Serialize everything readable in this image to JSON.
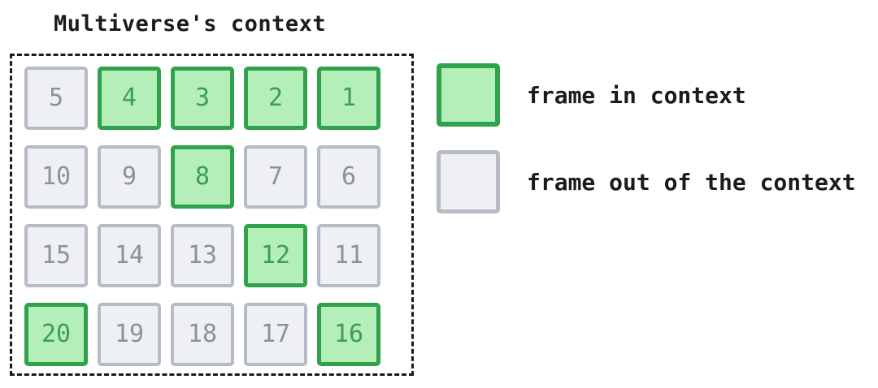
{
  "title": "Multiverse's context",
  "colors": {
    "in_fill": "#b4eeb8",
    "in_border": "#31a24c",
    "in_text": "#3d9e51",
    "out_fill": "#eef0f3",
    "out_border": "#b6bcc4",
    "out_text": "#8b929d",
    "boundary": "#1b1b1b",
    "label_text": "#1b1b1b"
  },
  "grid": {
    "rows": [
      [
        {
          "label": "5",
          "in_context": false
        },
        {
          "label": "4",
          "in_context": true
        },
        {
          "label": "3",
          "in_context": true
        },
        {
          "label": "2",
          "in_context": true
        },
        {
          "label": "1",
          "in_context": true
        }
      ],
      [
        {
          "label": "10",
          "in_context": false
        },
        {
          "label": "9",
          "in_context": false
        },
        {
          "label": "8",
          "in_context": true
        },
        {
          "label": "7",
          "in_context": false
        },
        {
          "label": "6",
          "in_context": false
        }
      ],
      [
        {
          "label": "15",
          "in_context": false
        },
        {
          "label": "14",
          "in_context": false
        },
        {
          "label": "13",
          "in_context": false
        },
        {
          "label": "12",
          "in_context": true
        },
        {
          "label": "11",
          "in_context": false
        }
      ],
      [
        {
          "label": "20",
          "in_context": true
        },
        {
          "label": "19",
          "in_context": false
        },
        {
          "label": "18",
          "in_context": false
        },
        {
          "label": "17",
          "in_context": false
        },
        {
          "label": "16",
          "in_context": true
        }
      ]
    ]
  },
  "legend": [
    {
      "key": "in-context",
      "label": "frame in context"
    },
    {
      "key": "out-of-context",
      "label": "frame out of the context"
    }
  ]
}
